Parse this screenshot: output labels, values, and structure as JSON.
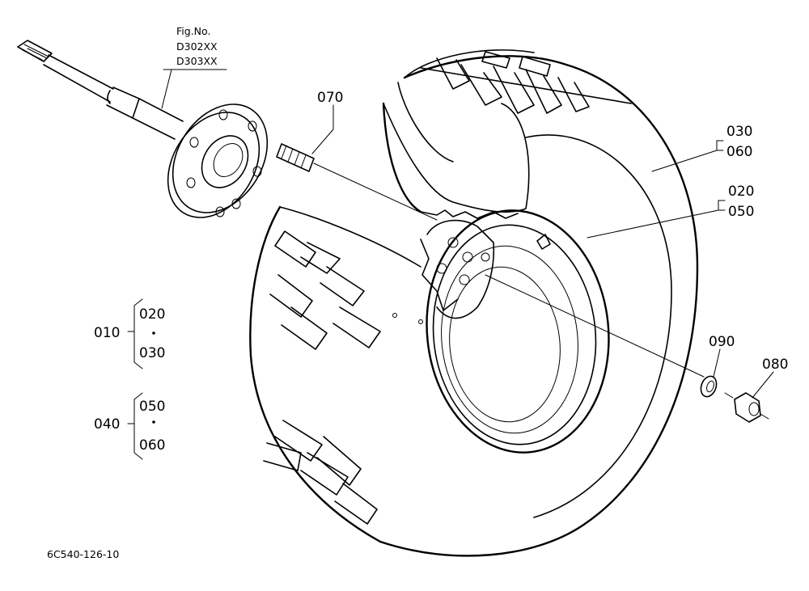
{
  "figure": {
    "fig_no_label": "Fig.No.",
    "fig_codes": [
      "D302XX",
      "D303XX"
    ],
    "drawing_code": "6C540-126-10"
  },
  "callouts": {
    "c070": "070",
    "c030_060": [
      "030",
      "060"
    ],
    "c020_050": [
      "020",
      "050"
    ],
    "c090": "090",
    "c080": "080"
  },
  "assemblies": [
    {
      "id": "010",
      "parts": [
        "020",
        "030"
      ]
    },
    {
      "id": "040",
      "parts": [
        "050",
        "060"
      ]
    }
  ]
}
